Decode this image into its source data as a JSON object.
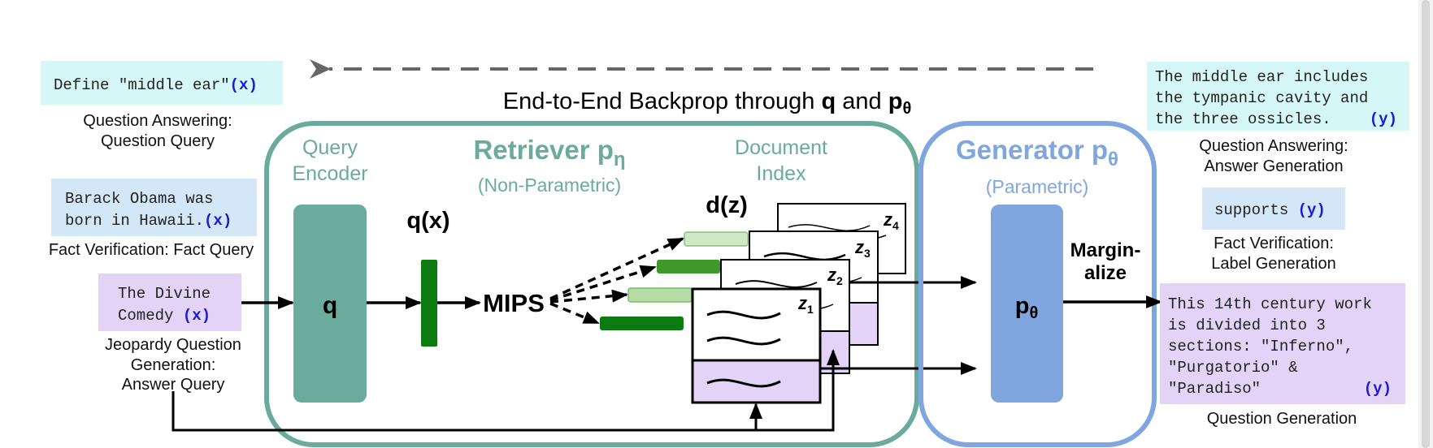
{
  "backprop": {
    "text": "End-to-End Backprop through ",
    "q": "q",
    "and": " and ",
    "p": "p",
    "p_sub": "θ"
  },
  "inputs": {
    "qa": {
      "text": "Define \"middle ear\"",
      "tag": "(x)",
      "caption1": "Question Answering:",
      "caption2": "Question Query"
    },
    "fv": {
      "line1": "Barack Obama was",
      "line2": "born in Hawaii.",
      "tag": "(x)",
      "caption": "Fact Verification: Fact Query"
    },
    "jp": {
      "line1": "The Divine",
      "line2": "Comedy",
      "tag": "(x)",
      "caption1": "Jeopardy Question",
      "caption2": "Generation:",
      "caption3": "Answer Query"
    }
  },
  "retriever": {
    "query_encoder1": "Query",
    "query_encoder2": "Encoder",
    "title": "Retriever p",
    "title_sub": "η",
    "subtitle": "(Non-Parametric)",
    "doc_index1": "Document",
    "doc_index2": "Index",
    "q_block": "q",
    "qx": "q(x)",
    "mips": "MIPS",
    "dz": "d(z)",
    "z1": "z",
    "z1_sub": "1",
    "z2": "z",
    "z2_sub": "2",
    "z3": "z",
    "z3_sub": "3",
    "z4": "z",
    "z4_sub": "4"
  },
  "generator": {
    "title": "Generator p",
    "title_sub": "θ",
    "subtitle": "(Parametric)",
    "block": "p",
    "block_sub": "θ",
    "marginalize1": "Margin-",
    "marginalize2": "alize"
  },
  "outputs": {
    "qa": {
      "line1": "The middle ear includes",
      "line2": "the tympanic cavity and",
      "line3": "the three ossicles.",
      "tag": "(y)",
      "caption1": "Question Answering:",
      "caption2": "Answer Generation"
    },
    "fv": {
      "text": "supports",
      "tag": "(y)",
      "caption1": "Fact Verification:",
      "caption2": "Label Generation"
    },
    "qg": {
      "line1": "This 14th century work",
      "line2": "is divided into 3",
      "line3": "sections: \"Inferno\",",
      "line4": "\"Purgatorio\" &",
      "line5": "\"Paradiso\"",
      "tag": "(y)",
      "caption": "Question Generation"
    }
  },
  "colors": {
    "retriever": "#6aab9c",
    "generator": "#7fa6de",
    "query_box": "#d6f7f7",
    "fact_box": "#d3e7f8",
    "jeopardy_box": "#e3d3f7",
    "dark_green": "#0b7a10",
    "light_green": "#b5dca5"
  }
}
